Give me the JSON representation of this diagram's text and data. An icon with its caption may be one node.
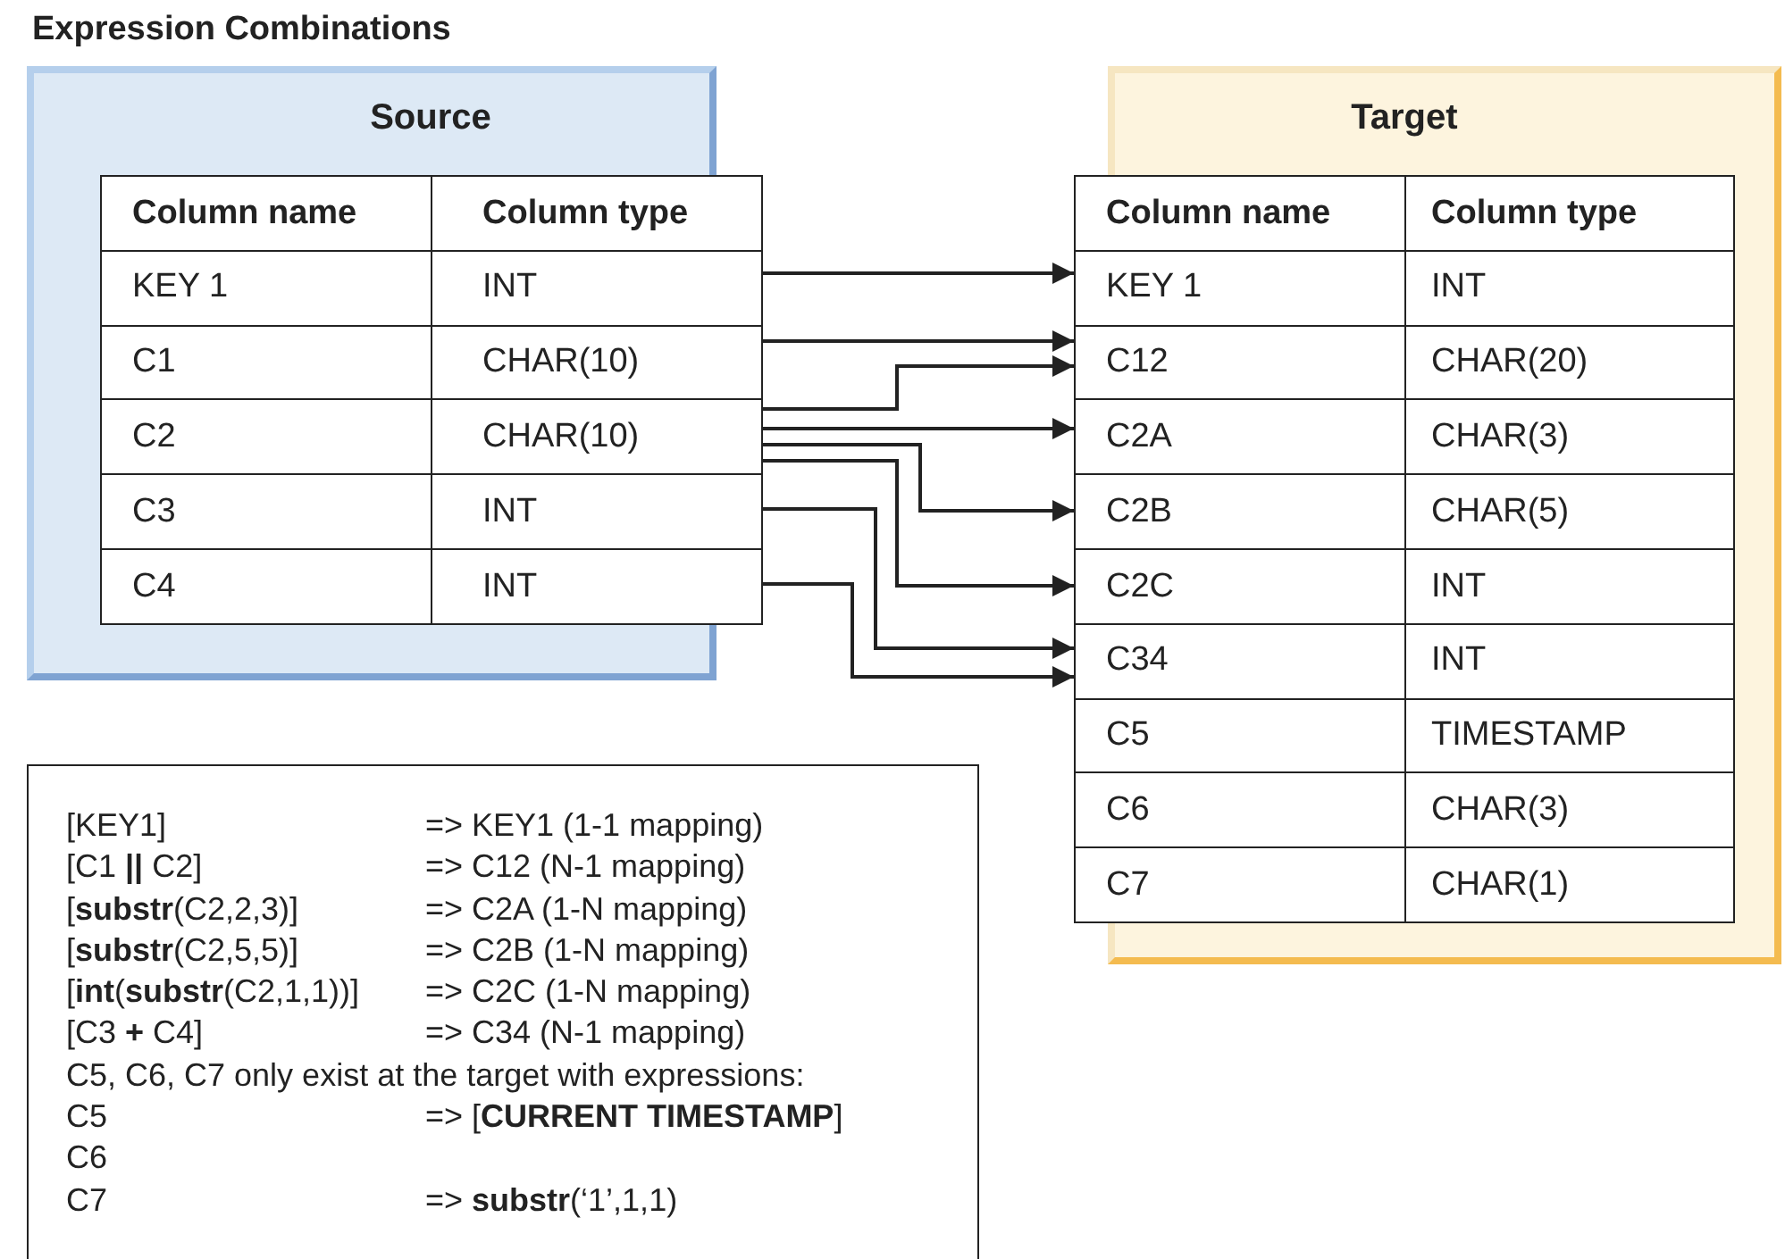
{
  "diagram": {
    "title": "Expression Combinations",
    "nodes": [
      {
        "text": [
          "Source"
        ]
      },
      {
        "text": [
          "Column name",
          "Column type"
        ],
        "in": 0
      },
      {
        "text": [
          "KEY 1",
          "INT"
        ],
        "in": 0
      },
      {
        "text": [
          "C1",
          "CHAR(10)"
        ],
        "in": 0
      },
      {
        "text": [
          "C2",
          "CHAR(10)"
        ],
        "in": 0
      },
      {
        "text": [
          "C3",
          "INT"
        ],
        "in": 0
      },
      {
        "text": [
          "C4",
          "INT"
        ],
        "in": 0
      },
      {
        "text": [
          "Target"
        ]
      },
      {
        "text": [
          "Column name",
          "Column type"
        ],
        "in": 7
      },
      {
        "text": [
          "KEY 1",
          "INT"
        ],
        "in": 7
      },
      {
        "text": [
          "C12",
          "CHAR(20)"
        ],
        "in": 7
      },
      {
        "text": [
          "C2A",
          "CHAR(3)"
        ],
        "in": 7
      },
      {
        "text": [
          "C2B",
          "CHAR(5)"
        ],
        "in": 7
      },
      {
        "text": [
          "C2C",
          "INT"
        ],
        "in": 7
      },
      {
        "text": [
          "C34",
          "INT"
        ],
        "in": 7
      },
      {
        "text": [
          "C5",
          "TIMESTAMP"
        ],
        "in": 7
      },
      {
        "text": [
          "C6",
          "CHAR(3)"
        ],
        "in": 7
      },
      {
        "text": [
          "C7",
          "CHAR(1)"
        ],
        "in": 7
      },
      {
        "text": [
          "[KEY1]",
          "=> KEY1 (1-1 mapping)",
          "[C1 **||** C2]",
          "=> C12 (N-1 mapping)",
          "[**substr**(C2,2,3)]",
          "=> C2A (1-N mapping)",
          "[**substr**(C2,5,5)]",
          "=> C2B (1-N mapping)",
          "[**int**(**substr**(C2,1,1))]",
          "=> C2C (1-N mapping)",
          "[C3 **+** C4]",
          "=> C34 (N-1 mapping)",
          "C5, C6, C7 only exist at the target with expressions:",
          "C5",
          "=> [**CURRENT TIMESTAMP**]",
          "C6",
          "C7",
          "=> **substr**(‘1’,1,1)"
        ]
      }
    ],
    "edges": [
      {
        "from": 2,
        "to": 9,
        "arrow": "to"
      },
      {
        "from": 3,
        "to": 10,
        "arrow": "to"
      },
      {
        "from": 4,
        "to": 10,
        "arrow": "to"
      },
      {
        "from": 4,
        "to": 11,
        "arrow": "to"
      },
      {
        "from": 4,
        "to": 12,
        "arrow": "to"
      },
      {
        "from": 4,
        "to": 13,
        "arrow": "to"
      },
      {
        "from": 5,
        "to": 14,
        "arrow": "to"
      },
      {
        "from": 6,
        "to": 14,
        "arrow": "to"
      }
    ]
  }
}
